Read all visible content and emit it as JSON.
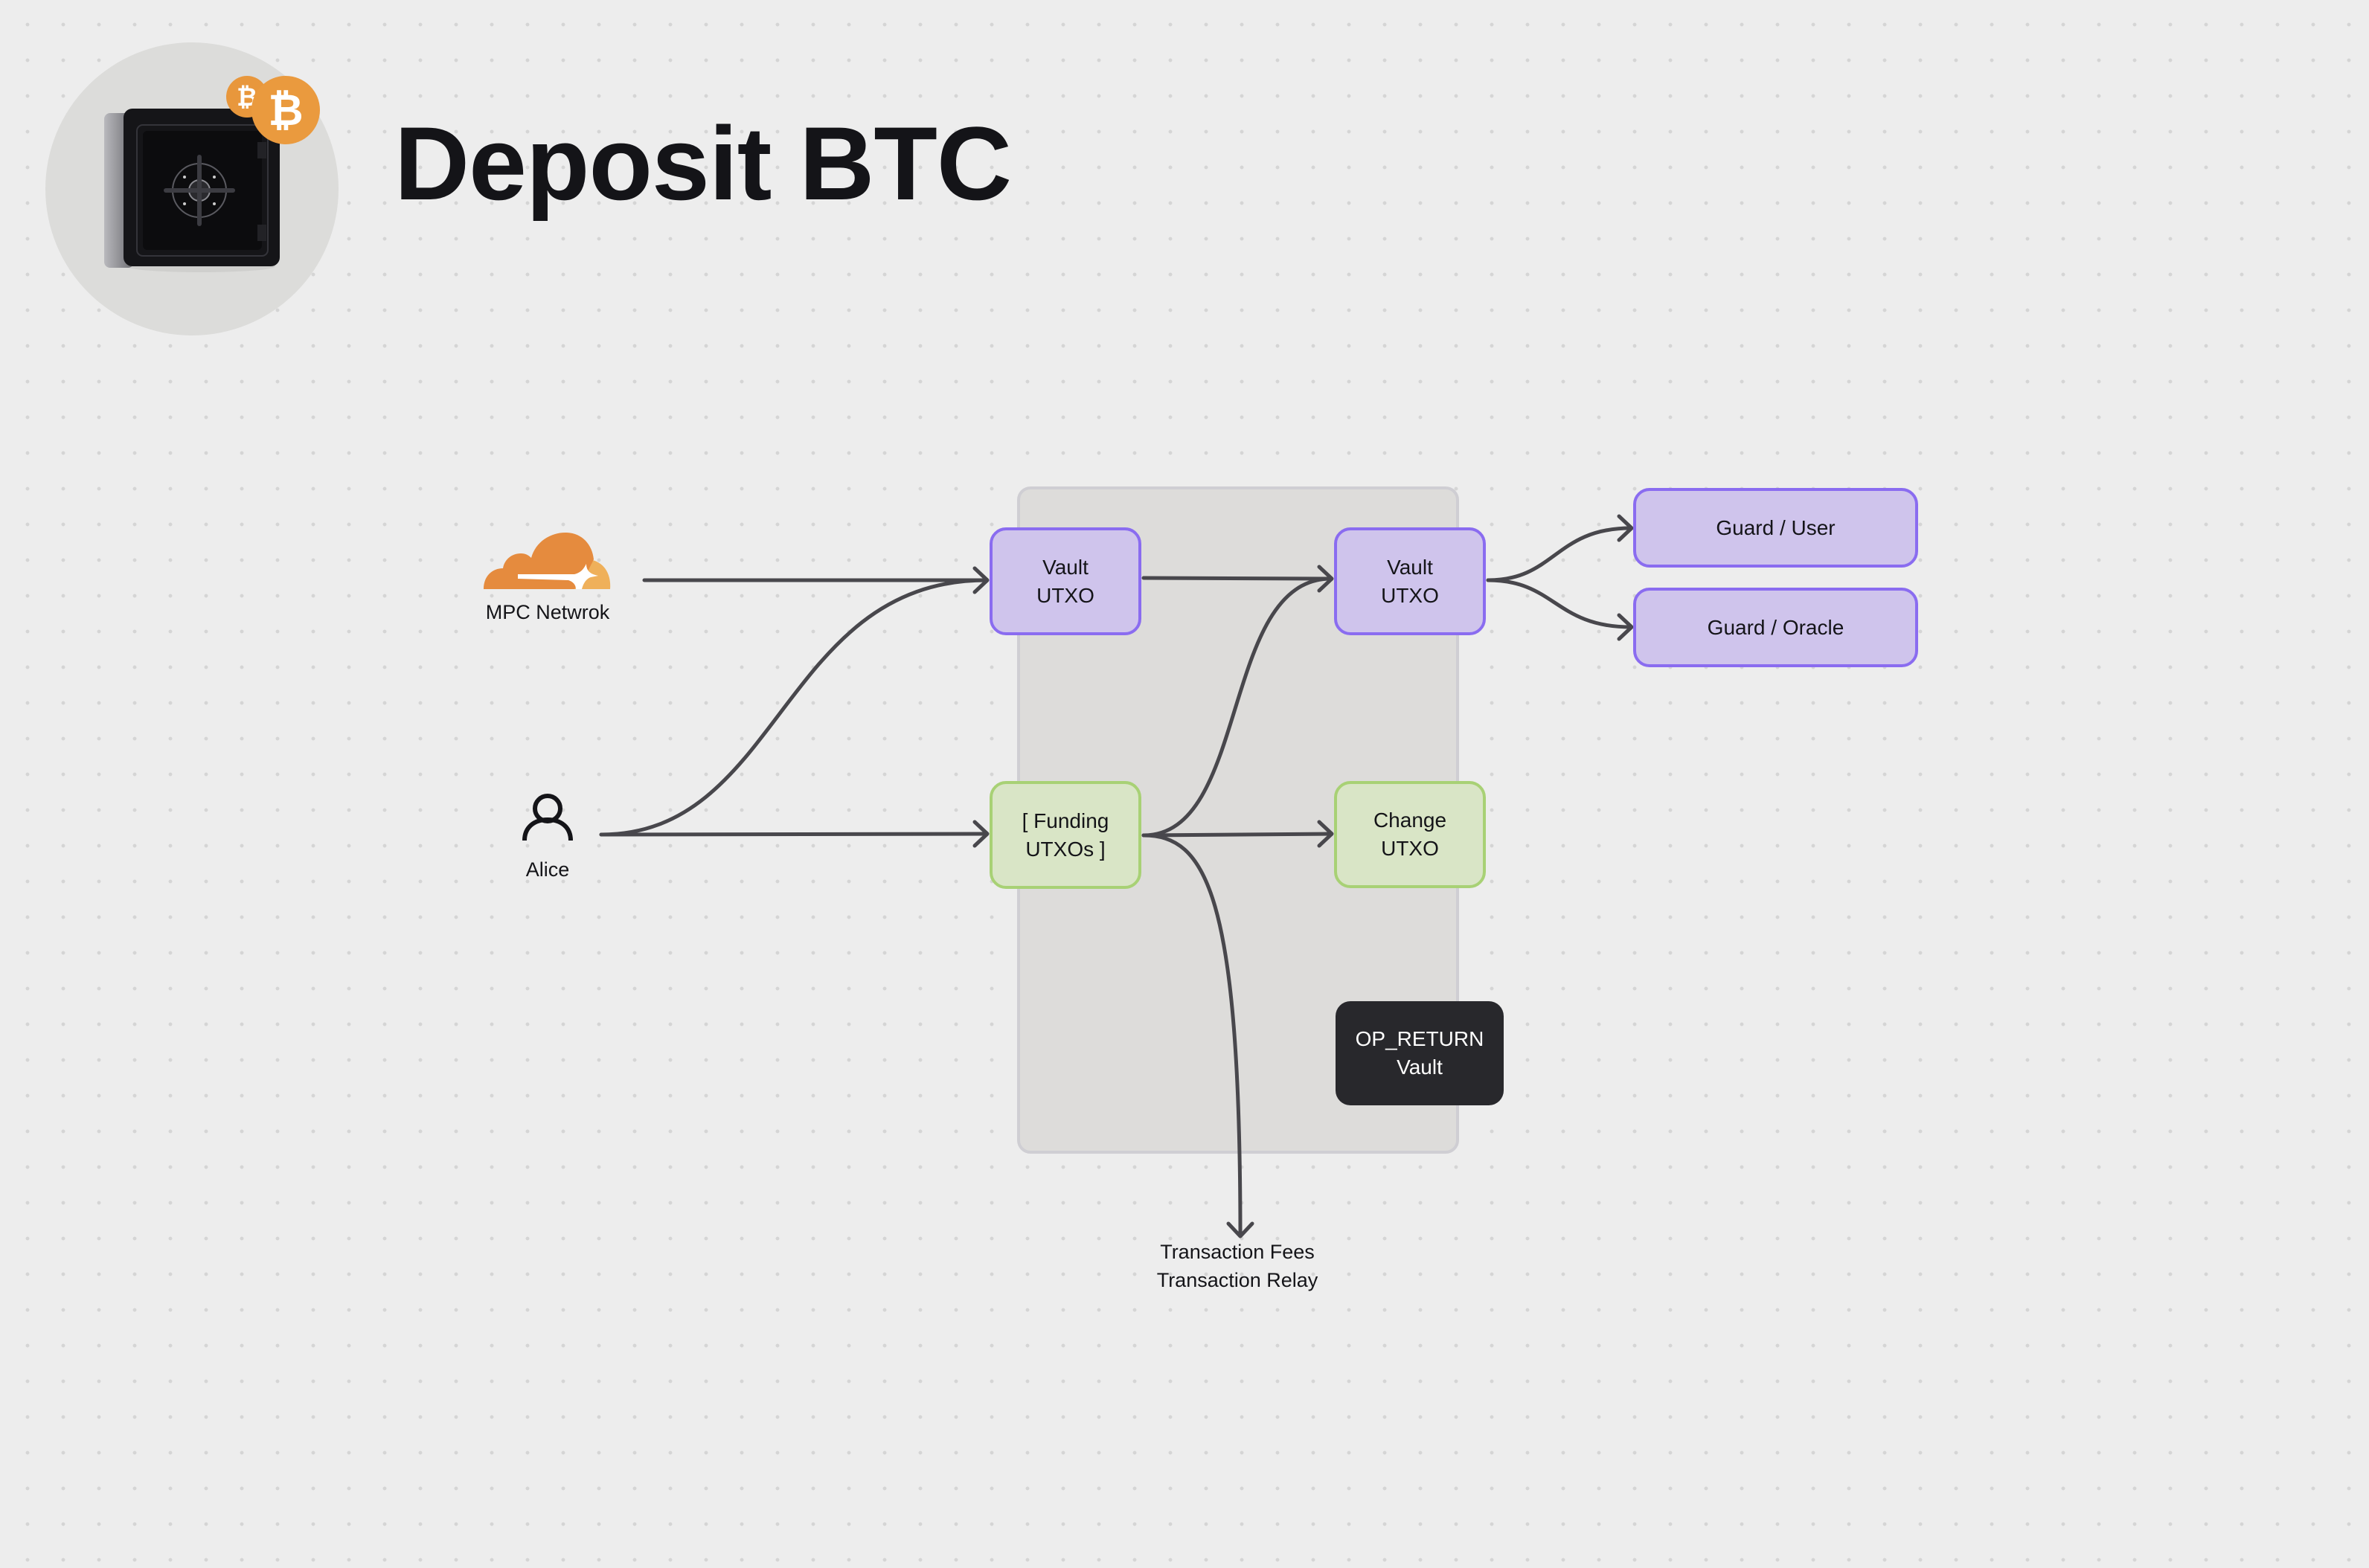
{
  "header": {
    "title": "Deposit BTC",
    "illustration": "bitcoin-safe-icon"
  },
  "actors": {
    "mpc": {
      "label": "MPC Netwrok",
      "icon": "cloud-icon"
    },
    "alice": {
      "label": "Alice",
      "icon": "user-icon"
    }
  },
  "transaction": {
    "inputs": [
      {
        "id": "vault-utxo-in",
        "line1": "Vault",
        "line2": "UTXO",
        "kind": "vault"
      },
      {
        "id": "funding-utxos",
        "line1": "[ Funding",
        "line2": "UTXOs ]",
        "kind": "funding"
      }
    ],
    "outputs": [
      {
        "id": "vault-utxo-out",
        "line1": "Vault",
        "line2": "UTXO",
        "kind": "vault"
      },
      {
        "id": "change-utxo",
        "line1": "Change",
        "line2": "UTXO",
        "kind": "change"
      },
      {
        "id": "op-return",
        "line1": "OP_RETURN",
        "line2": "Vault",
        "kind": "data"
      }
    ]
  },
  "spend_paths": [
    {
      "label": "Guard / User"
    },
    {
      "label": "Guard / Oracle"
    }
  ],
  "fees": {
    "line1": "Transaction Fees",
    "line2": "Transaction Relay"
  },
  "edges": [
    {
      "from": "MPC Netwrok",
      "to": "Vault UTXO (input)"
    },
    {
      "from": "Alice",
      "to": "Vault UTXO (input)"
    },
    {
      "from": "Alice",
      "to": "[ Funding UTXOs ]"
    },
    {
      "from": "Vault UTXO (input)",
      "to": "Vault UTXO (output)"
    },
    {
      "from": "[ Funding UTXOs ]",
      "to": "Vault UTXO (output)"
    },
    {
      "from": "[ Funding UTXOs ]",
      "to": "Change UTXO"
    },
    {
      "from": "[ Funding UTXOs ]",
      "to": "Transaction Fees / Transaction Relay"
    },
    {
      "from": "Vault UTXO (output)",
      "to": "Guard / User"
    },
    {
      "from": "Vault UTXO (output)",
      "to": "Guard / Oracle"
    }
  ],
  "colors": {
    "background": "#ededed",
    "vault_fill": "#cfc4ec",
    "vault_border": "#8a6cf0",
    "funding_fill": "#d9e5c6",
    "funding_border": "#a8d175",
    "data_fill": "#28282c",
    "edge": "#48474c",
    "cloud_primary": "#e58b3e",
    "cloud_secondary": "#efb05a",
    "bitcoin": "#ea9a3e"
  }
}
